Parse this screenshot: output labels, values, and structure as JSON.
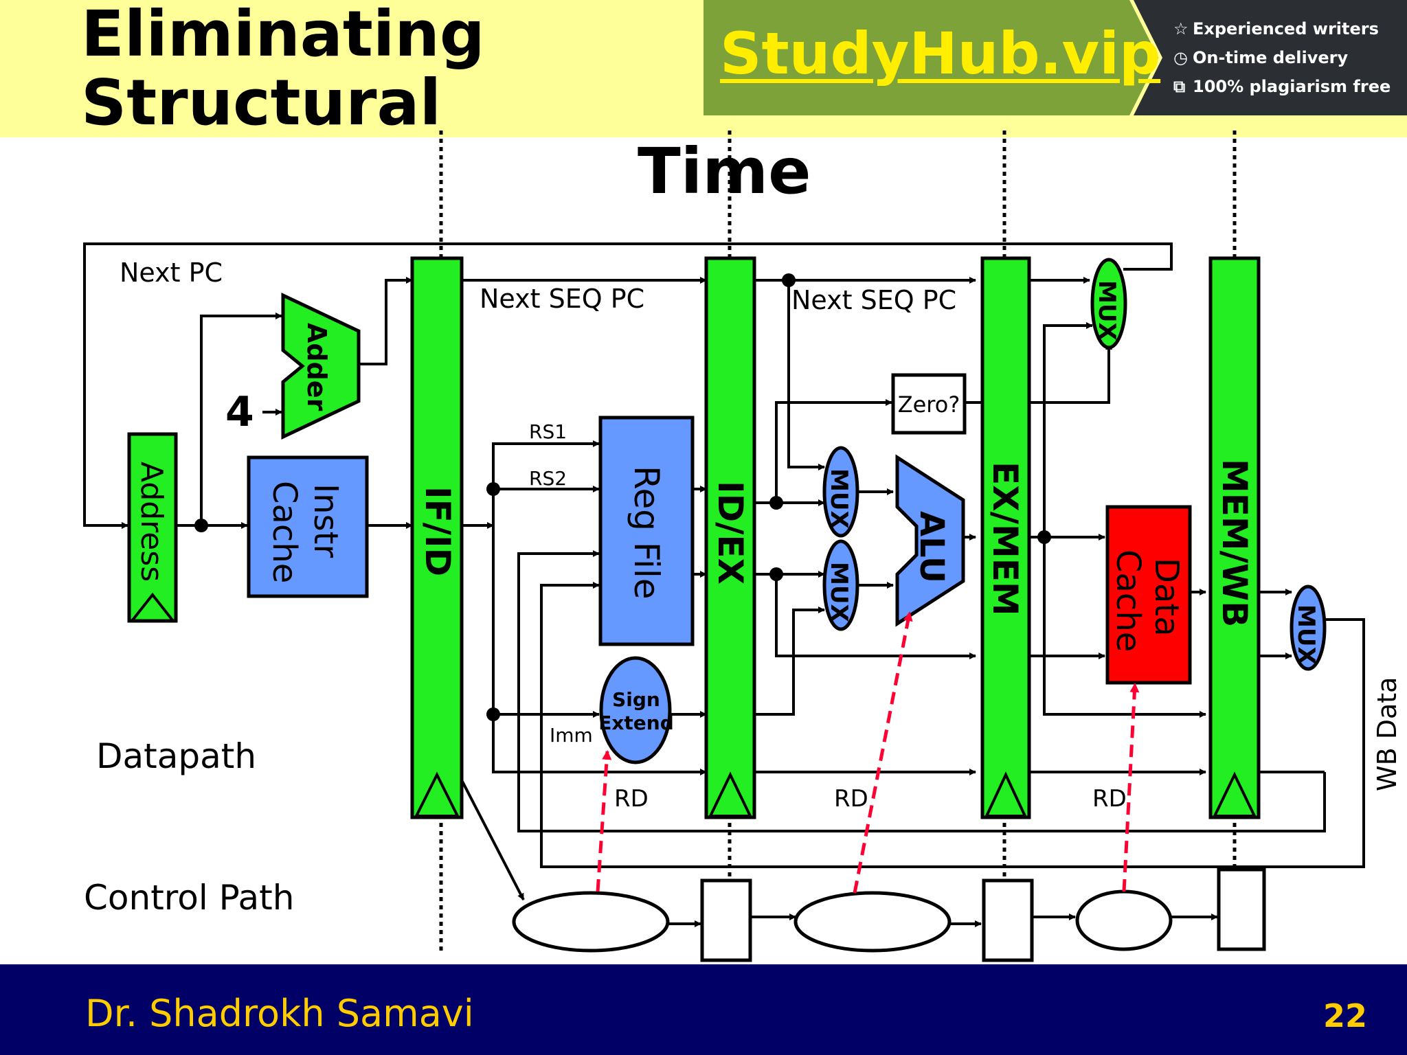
{
  "slide": {
    "title_line1": "Eliminating Structural",
    "title_line2": "Time",
    "page_number": "22",
    "author": "Dr. Shadrokh Samavi"
  },
  "watermark": {
    "brand": "StudyHub.vip",
    "features": [
      "Experienced writers",
      "On-time delivery",
      "100% plagiarism free"
    ],
    "feature_icons": [
      "star-icon",
      "clock-icon",
      "copy-icon"
    ],
    "colors": {
      "green": "#7ea23a",
      "dark": "#2b2f33",
      "brand_text": "#ffee00"
    }
  },
  "diagram": {
    "labels": {
      "next_pc": "Next PC",
      "next_seq_pc_1": "Next SEQ PC",
      "next_seq_pc_2": "Next SEQ PC",
      "four": "4",
      "adder": "Adder",
      "address": "Address",
      "instr_cache_1": "Instr",
      "instr_cache_2": "Cache",
      "if_id": "IF/ID",
      "id_ex": "ID/EX",
      "ex_mem": "EX/MEM",
      "mem_wb": "MEM/WB",
      "rs1": "RS1",
      "rs2": "RS2",
      "reg_file": "Reg File",
      "sign_extend_1": "Sign",
      "sign_extend_2": "Extend",
      "imm": "Imm",
      "rd": "RD",
      "zero": "Zero?",
      "mux": "MUX",
      "alu": "ALU",
      "data_cache_1": "Data",
      "data_cache_2": "Cache",
      "wb_data": "WB Data",
      "datapath": "Datapath",
      "control_path": "Control Path"
    },
    "colors": {
      "pipeline_register": "#22ee22",
      "unit_blue": "#6699ff",
      "data_cache": "#ff0000",
      "hazard_arrow": "#ff0033"
    }
  }
}
